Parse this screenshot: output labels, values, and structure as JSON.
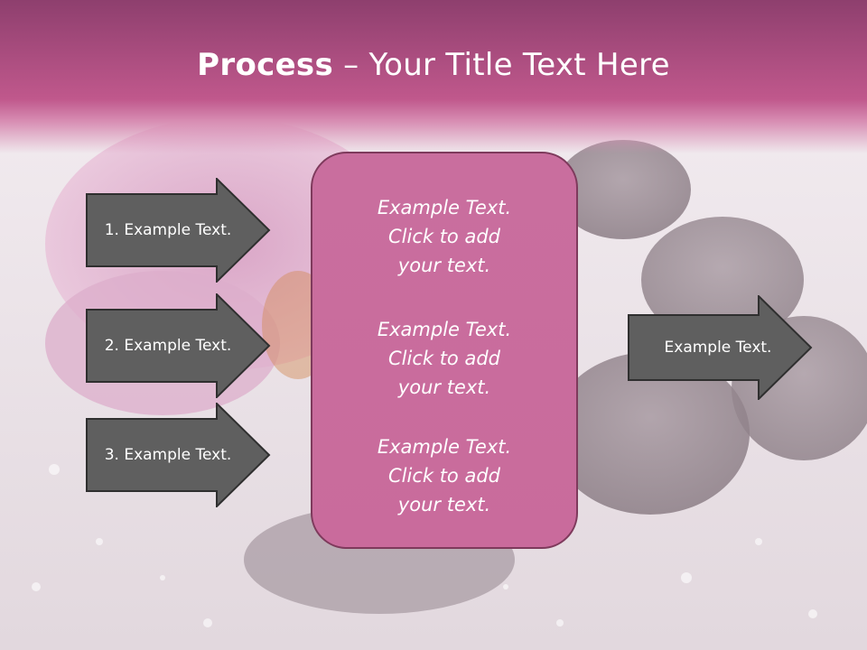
{
  "slide": {
    "title_bold": "Process",
    "title_dash": "–",
    "title_rest": "Your Title Text Here"
  },
  "left_arrows": [
    {
      "label": "1. Example Text."
    },
    {
      "label": "2. Example Text."
    },
    {
      "label": "3. Example Text."
    }
  ],
  "center_box": {
    "blocks": [
      {
        "line1": "Example Text.",
        "line2": "Click  to add",
        "line3": "your text."
      },
      {
        "line1": "Example Text.",
        "line2": "Click  to add",
        "line3": "your text."
      },
      {
        "line1": "Example Text.",
        "line2": "Click  to add",
        "line3": "your text."
      }
    ]
  },
  "right_arrow": {
    "label": "Example Text."
  },
  "colors": {
    "title_band": "#c0588c",
    "arrow_fill": "#5f5f5f",
    "arrow_stroke": "#2f2f2f",
    "box_fill": "#c96e9e",
    "box_stroke": "#7e3a5c"
  }
}
